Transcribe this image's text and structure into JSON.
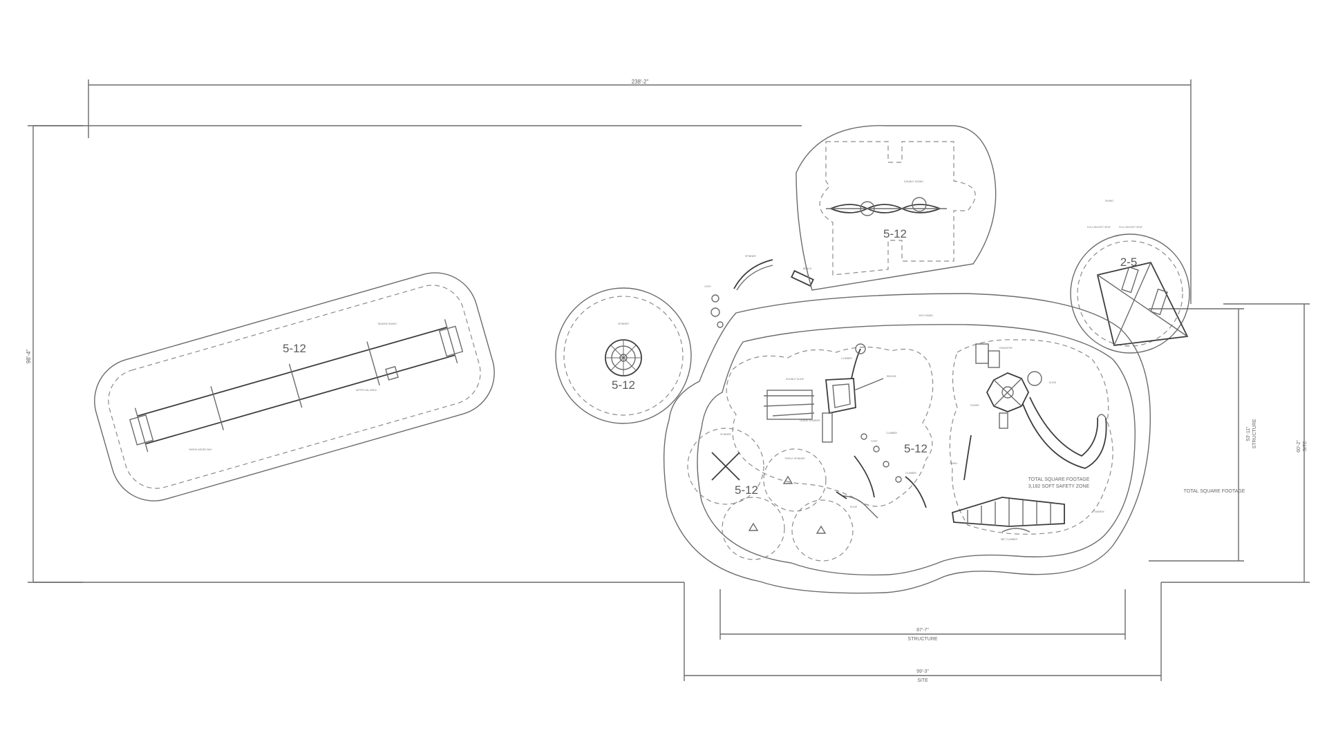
{
  "dimensions": {
    "overall_width": "238'-2\"",
    "overall_height": "98'-4\"",
    "structure_width": "87'-7\"",
    "structure_width_note": "STRUCTURE",
    "site_width": "99'-3\"",
    "site_width_note": "SITE",
    "structure_height": "53'-11\"",
    "structure_height_note": "STRUCTURE",
    "site_height": "60'-2\"",
    "site_height_note": "SITE"
  },
  "age_zones": {
    "swing_area": "5-12",
    "spinner_area": "5-12",
    "upper_swing_area": "5-12",
    "tot_area": "2-5",
    "main_structure": "5-12",
    "spinner_cluster": "5-12"
  },
  "notes": {
    "total_sf_title": "TOTAL SQUARE FOOTAGE",
    "total_sf_value": "3,182 SOFT SAFETY ZONE",
    "right_note": "TOTAL SQUARE FOOTAGE"
  }
}
